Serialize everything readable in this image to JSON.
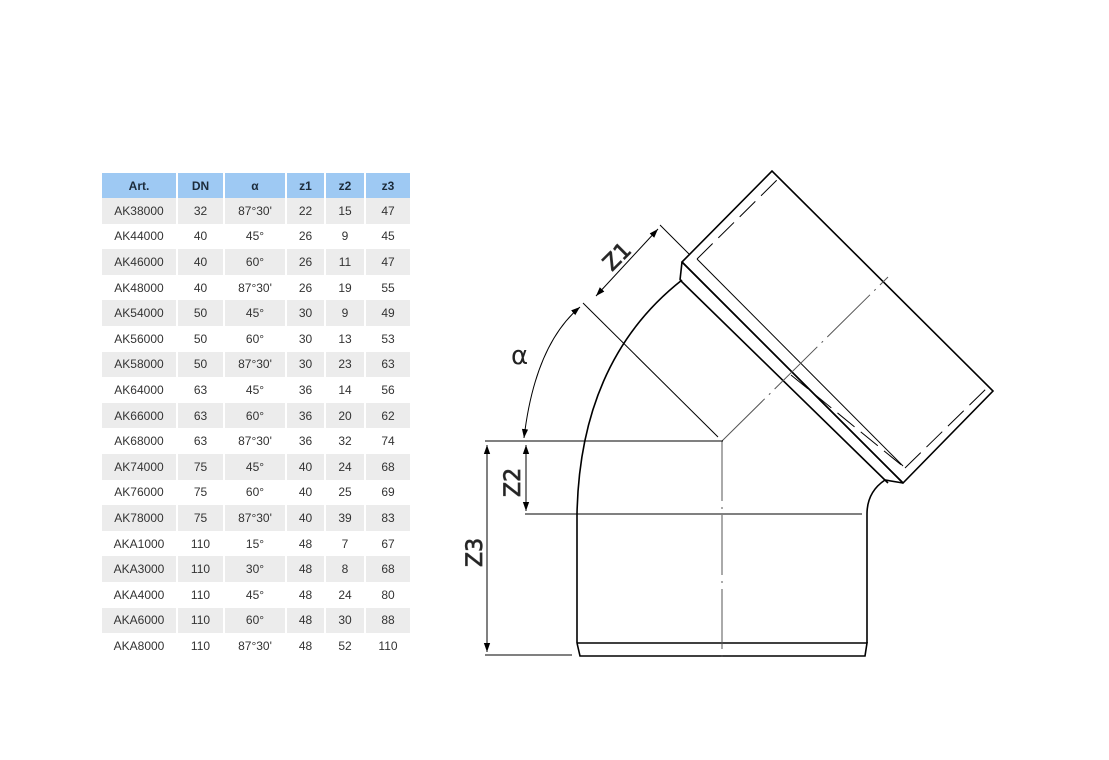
{
  "table": {
    "headers": [
      "Art.",
      "DN",
      "α",
      "z1",
      "z2",
      "z3"
    ],
    "header_color": "#9ec9f3",
    "stripe_color": "#ececec",
    "rows": [
      [
        "AK38000",
        "32",
        "87°30'",
        "22",
        "15",
        "47"
      ],
      [
        "AK44000",
        "40",
        "45°",
        "26",
        "9",
        "45"
      ],
      [
        "AK46000",
        "40",
        "60°",
        "26",
        "11",
        "47"
      ],
      [
        "AK48000",
        "40",
        "87°30'",
        "26",
        "19",
        "55"
      ],
      [
        "AK54000",
        "50",
        "45°",
        "30",
        "9",
        "49"
      ],
      [
        "AK56000",
        "50",
        "60°",
        "30",
        "13",
        "53"
      ],
      [
        "AK58000",
        "50",
        "87°30'",
        "30",
        "23",
        "63"
      ],
      [
        "AK64000",
        "63",
        "45°",
        "36",
        "14",
        "56"
      ],
      [
        "AK66000",
        "63",
        "60°",
        "36",
        "20",
        "62"
      ],
      [
        "AK68000",
        "63",
        "87°30'",
        "36",
        "32",
        "74"
      ],
      [
        "AK74000",
        "75",
        "45°",
        "40",
        "24",
        "68"
      ],
      [
        "AK76000",
        "75",
        "60°",
        "40",
        "25",
        "69"
      ],
      [
        "AK78000",
        "75",
        "87°30'",
        "40",
        "39",
        "83"
      ],
      [
        "AKA1000",
        "110",
        "15°",
        "48",
        "7",
        "67"
      ],
      [
        "AKA3000",
        "110",
        "30°",
        "48",
        "8",
        "68"
      ],
      [
        "AKA4000",
        "110",
        "45°",
        "48",
        "24",
        "80"
      ],
      [
        "AKA6000",
        "110",
        "60°",
        "48",
        "30",
        "88"
      ],
      [
        "AKA8000",
        "110",
        "87°30'",
        "48",
        "52",
        "110"
      ]
    ]
  },
  "drawing": {
    "labels": {
      "z1": "Z1",
      "z2": "Z2",
      "z3": "Z3",
      "alpha": "α"
    }
  }
}
